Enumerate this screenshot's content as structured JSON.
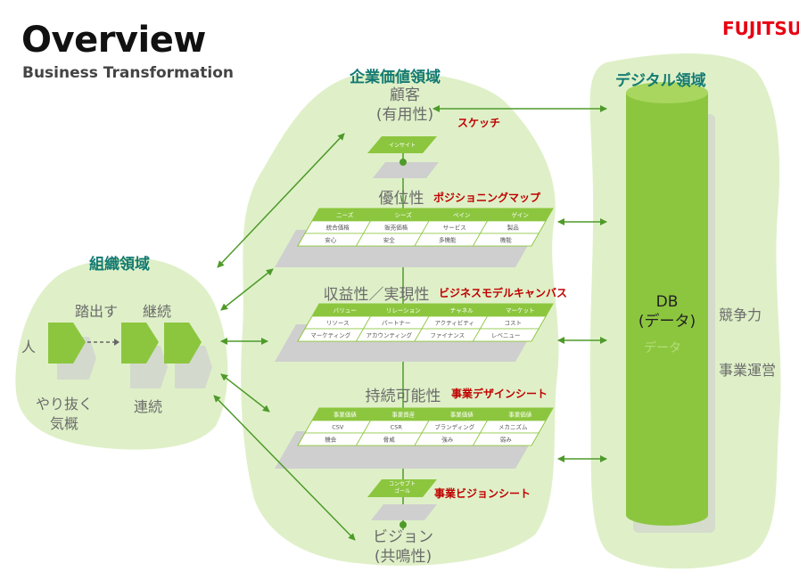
{
  "header": {
    "title": "Overview",
    "subtitle": "Business Transformation",
    "logo": "FUJITSU"
  },
  "regions": {
    "enterprise": "企業価値領域",
    "digital": "デジタル領域",
    "organization": "組織領域"
  },
  "layers": [
    {
      "label": "顧客\n(有用性)",
      "tool": "スケッチ"
    },
    {
      "label": "優位性",
      "tool": "ポジショニングマップ"
    },
    {
      "label": "収益性／実現性",
      "tool": "ビジネスモデルキャンバス"
    },
    {
      "label": "持続可能性",
      "tool": "事業デザインシート"
    },
    {
      "label": "ビジョン\n(共鳴性)",
      "tool": "事業ビジョンシート"
    }
  ],
  "grids": {
    "sketch": [
      "インサイト"
    ],
    "positioning": {
      "header": [
        "ニーズ",
        "シーズ",
        "ペイン",
        "ゲイン"
      ],
      "row1": [
        "統合価格",
        "販売価格",
        "サービス",
        "製品"
      ],
      "row2": [
        "安心",
        "安全",
        "多機能",
        "機能"
      ]
    },
    "canvas": {
      "header": [
        "バリュー",
        "リレーション",
        "チャネル",
        "マーケット"
      ],
      "row1": [
        "リソース",
        "パートナー",
        "アクティビティ",
        "コスト"
      ],
      "row2": [
        "マーケティング",
        "アカウンティング",
        "ファイナンス",
        "レベニュー"
      ]
    },
    "design": {
      "header": [
        "事業価値",
        "事業資産",
        "事業価値",
        "事業価値"
      ],
      "row1": [
        "CSV",
        "CSR",
        "ブランディング",
        "メカニズム"
      ],
      "row2": [
        "機会",
        "脅威",
        "強み",
        "弱み"
      ]
    },
    "vision": [
      "コンセプト\nゴール"
    ]
  },
  "organization": {
    "steps_top": [
      "踏出す",
      "継続"
    ],
    "person": "人",
    "bottom_left": "やり抜く\n気概",
    "bottom_right": "連続"
  },
  "digital": {
    "db": "DB\n(データ)",
    "db_shadow": "データ",
    "right_labels": [
      "競争力",
      "事業運営"
    ]
  },
  "colors": {
    "blob": "#dff0c8",
    "grid": "#8cc63f",
    "arrow": "#4e9a2a",
    "region_head": "#137a72",
    "tool_red": "#c00000",
    "logo_red": "#e60012"
  }
}
